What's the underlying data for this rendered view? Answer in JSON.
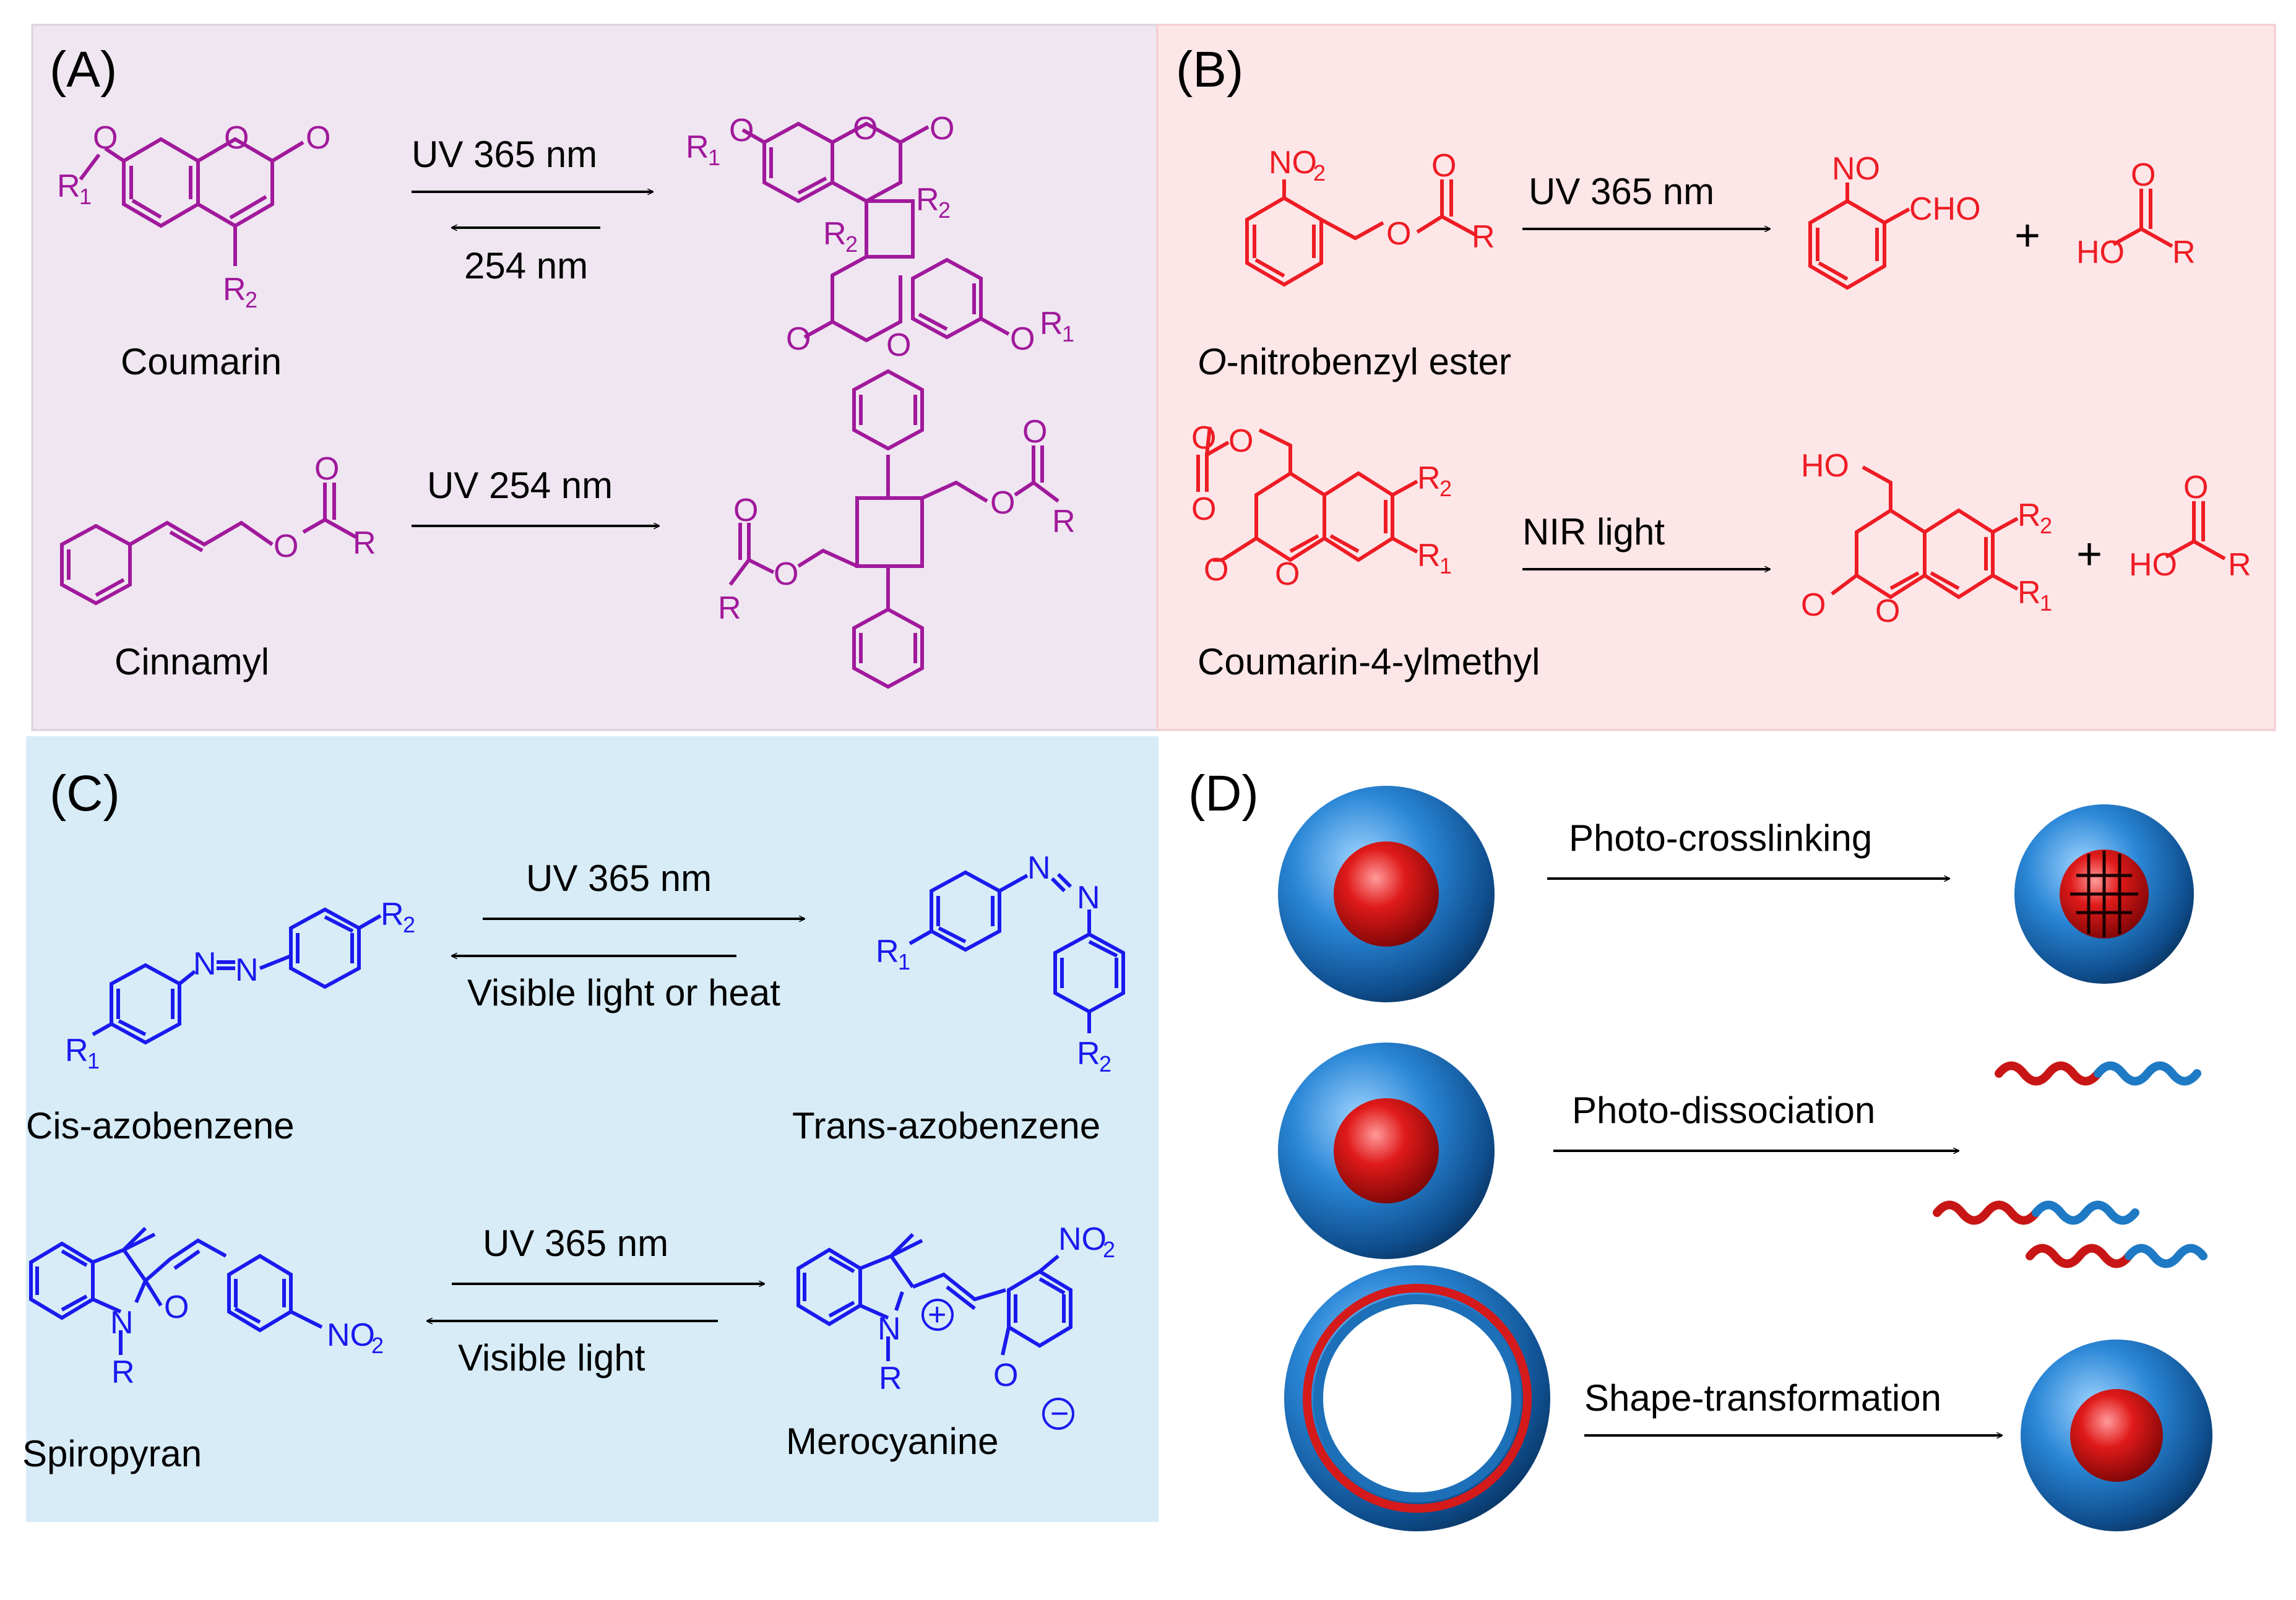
{
  "colors": {
    "panelA_bg": "#efe6f1",
    "panelB_bg": "#fde6e8",
    "panelC_bg": "#d7ecf7",
    "purple": "#a0199b",
    "red": "#ee1c24",
    "blue": "#1a1aee",
    "sphere_blue": "#1f6fb8",
    "sphere_red": "#d01414"
  },
  "panel_a": {
    "label": "(A)",
    "coumarin": {
      "name": "Coumarin",
      "forward": "UV 365 nm",
      "reverse": "254 nm",
      "atoms": {
        "o": "O",
        "r": "R",
        "one": "1",
        "two": "2"
      }
    },
    "cinnamyl": {
      "name": "Cinnamyl",
      "forward": "UV 254 nm",
      "atoms": {
        "o": "O",
        "r": "R"
      }
    }
  },
  "panel_b": {
    "label": "(B)",
    "nitrobenzyl": {
      "name_italic": "O",
      "name_rest": "-nitrobenzyl ester",
      "forward": "UV 365 nm",
      "plus": "+",
      "atoms": {
        "no2": "NO",
        "two": "2",
        "no": "NO",
        "cho": "CHO",
        "o": "O",
        "r": "R",
        "ho": "HO"
      }
    },
    "coumarin4": {
      "name": "Coumarin-4-ylmethyl",
      "forward": "NIR light",
      "plus": "+",
      "atoms": {
        "o": "O",
        "r": "R",
        "ho": "HO",
        "one": "1",
        "two": "2"
      }
    }
  },
  "panel_c": {
    "label": "(C)",
    "azobenzene": {
      "cis_name": "Cis-azobenzene",
      "trans_name": "Trans-azobenzene",
      "forward": "UV 365 nm",
      "reverse": "Visible light or heat",
      "atoms": {
        "n": "N",
        "r": "R",
        "one": "1",
        "two": "2"
      }
    },
    "spiropyran": {
      "spiro_name": "Spiropyran",
      "mero_name": "Merocyanine",
      "forward": "UV 365 nm",
      "reverse": "Visible light",
      "atoms": {
        "n": "N",
        "o": "O",
        "r": "R",
        "no2": "NO",
        "two": "2",
        "plus": "+",
        "minus": "−"
      }
    }
  },
  "panel_d": {
    "label": "(D)",
    "crosslinking": "Photo-crosslinking",
    "dissociation": "Photo-dissociation",
    "transformation": "Shape-transformation"
  }
}
